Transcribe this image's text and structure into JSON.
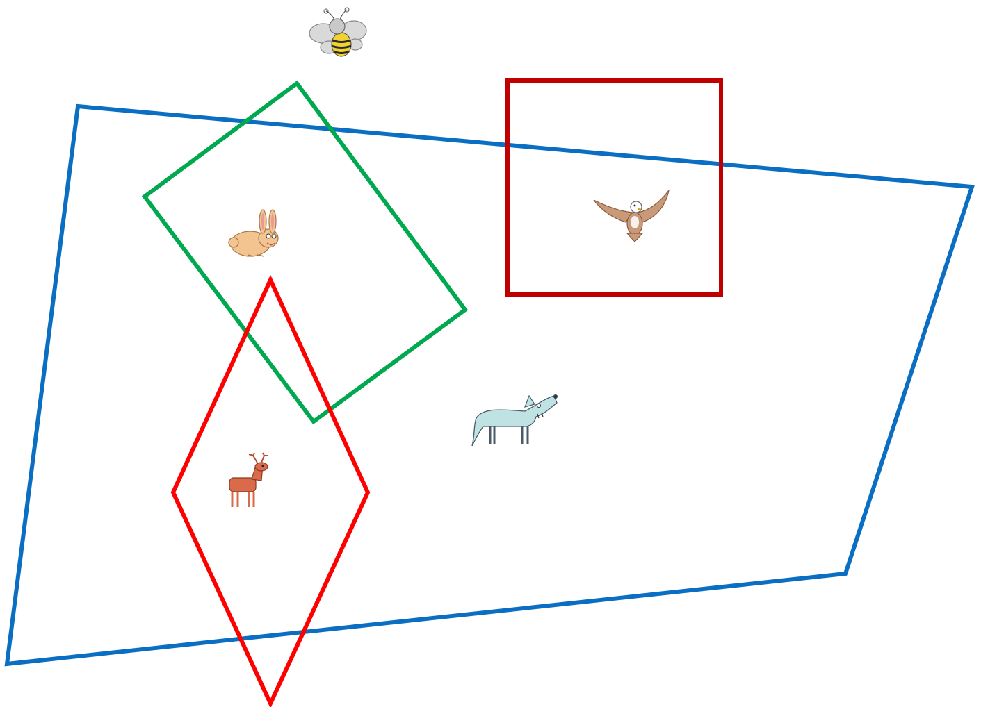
{
  "colors": {
    "background": "#ffffff",
    "blue_region": "#0a6fc2",
    "green_region": "#00a94f",
    "dark_red_region": "#c00000",
    "red_region": "#ff0000",
    "bee_body": "#f2d22e",
    "bee_stripe": "#2b2b2b",
    "bee_wing": "#d9d9d9",
    "rabbit_fur": "#f3c48f",
    "rabbit_ear": "#e89a9a",
    "eagle_wing": "#c99a7a",
    "eagle_head": "#ffffff",
    "wolf_fur": "#bfe3e3",
    "wolf_outline": "#4a5a6a",
    "deer_fur": "#d96b4a",
    "deer_antler": "#b8502f"
  },
  "shapes": [
    {
      "id": "blue-quadrilateral",
      "kind": "quadrilateral",
      "color_key": "blue_region"
    },
    {
      "id": "green-square",
      "kind": "rotated-square",
      "color_key": "green_region"
    },
    {
      "id": "dark-red-square",
      "kind": "square",
      "color_key": "dark_red_region"
    },
    {
      "id": "red-diamond",
      "kind": "diamond",
      "color_key": "red_region"
    }
  ],
  "animals": [
    {
      "id": "bee",
      "icon": "bee-icon"
    },
    {
      "id": "rabbit",
      "icon": "rabbit-icon"
    },
    {
      "id": "eagle",
      "icon": "eagle-icon"
    },
    {
      "id": "wolf",
      "icon": "wolf-icon"
    },
    {
      "id": "deer",
      "icon": "deer-icon"
    }
  ]
}
